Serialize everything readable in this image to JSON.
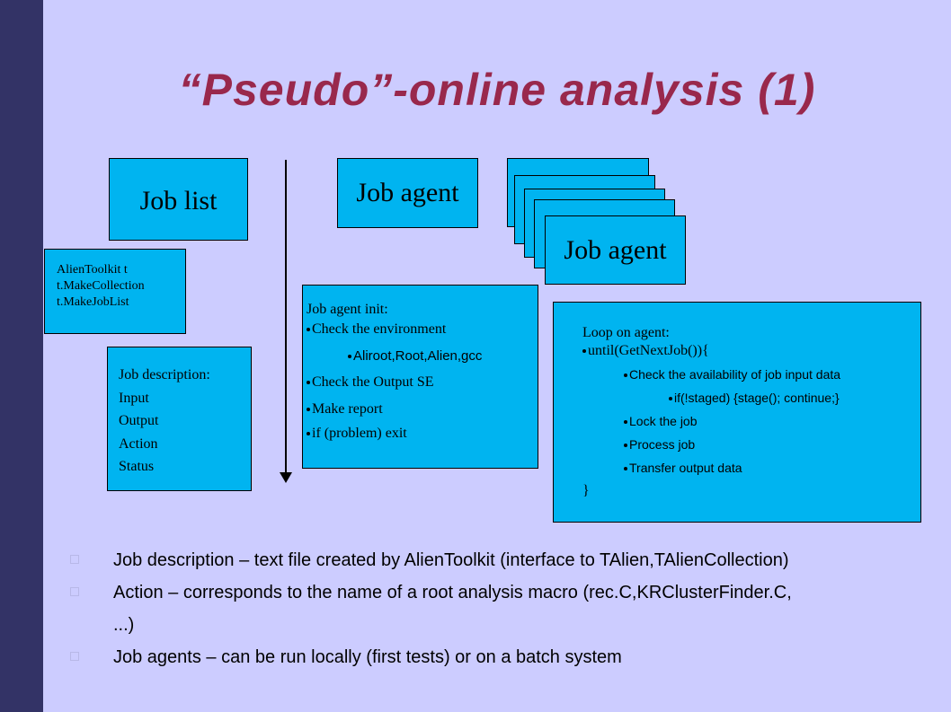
{
  "slide": {
    "title": "“Pseudo”-online analysis (1)",
    "accent_color": "#99284c",
    "box_color": "#00b4f0",
    "background": "#ccccff",
    "sidebar_color": "#333366"
  },
  "job_list": {
    "label": "Job list"
  },
  "toolkit": {
    "lines": [
      "AlienToolkit t",
      "t.MakeCollection",
      "t.MakeJobList"
    ]
  },
  "job_description_box": {
    "lines": [
      "Job description:",
      "Input",
      "Output",
      "Action",
      "Status"
    ]
  },
  "job_agent": {
    "label": "Job agent"
  },
  "job_agent_stack": {
    "label": "Job agent"
  },
  "agent_init": {
    "heading": "Job agent init:",
    "item1": "Check the environment",
    "item1_sub": "Aliroot,Root,Alien,gcc",
    "item2": "Check the Output SE",
    "item3": "Make report",
    "item4": "if (problem) exit"
  },
  "loop": {
    "heading": "Loop on agent:",
    "item1": "until(GetNextJob()){",
    "sub1": "Check the availability of job input data",
    "sub1a": "if(!staged) {stage(); continue;}",
    "sub2": "Lock the job",
    "sub3": "Process job",
    "sub4": "Transfer output data",
    "close": "}"
  },
  "bullets": [
    {
      "line1": "Job description – text file created by AlienToolkit (interface to TAlien,TAlienCollection)",
      "line2": ""
    },
    {
      "line1": "Action – corresponds to the name of a root analysis macro (rec.C,KRClusterFinder.C,",
      "line2": "...)"
    },
    {
      "line1": "Job agents – can be run locally (first tests) or on a batch system",
      "line2": ""
    }
  ]
}
